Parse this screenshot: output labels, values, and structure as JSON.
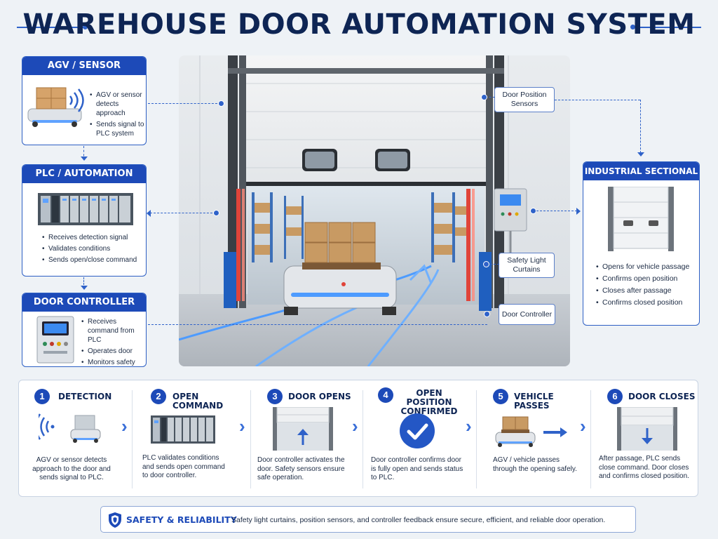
{
  "title": "WAREHOUSE DOOR AUTOMATION SYSTEM",
  "colors": {
    "accent": "#1d4ab8",
    "title": "#0e2554",
    "connector": "#2f62c9"
  },
  "cards": {
    "agv": {
      "header": "AGV / SENSOR",
      "bullets": [
        "AGV or sensor detects approach",
        "Sends signal to PLC system"
      ],
      "icon": "agv-sensor-icon"
    },
    "plc": {
      "header": "PLC / AUTOMATION SYSTEM",
      "bullets": [
        "Receives detection signal",
        "Validates conditions",
        "Sends open/close command"
      ],
      "icon": "plc-rack-icon"
    },
    "controller": {
      "header": "DOOR CONTROLLER",
      "bullets": [
        "Receives command from PLC",
        "Operates door",
        "Monitors safety devices and position"
      ],
      "icon": "control-panel-icon"
    },
    "door": {
      "header": "INDUSTRIAL SECTIONAL DOOR",
      "bullets": [
        "Opens for vehicle passage",
        "Confirms open position",
        "Closes after passage",
        "Confirms closed position"
      ],
      "icon": "sectional-door-icon"
    }
  },
  "callouts": {
    "position_sensors": "Door Position Sensors",
    "light_curtains": "Safety Light Curtains",
    "door_controller": "Door Controller"
  },
  "steps": [
    {
      "num": "1",
      "title": "DETECTION",
      "desc": "AGV or sensor detects approach to the door and sends signal to PLC.",
      "icon": "agv-detect-icon"
    },
    {
      "num": "2",
      "title": "OPEN COMMAND",
      "desc": "PLC validates conditions and sends open command to door controller.",
      "icon": "plc-icon"
    },
    {
      "num": "3",
      "title": "DOOR OPENS",
      "desc": "Door controller activates the door. Safety sensors ensure safe operation.",
      "icon": "door-up-icon"
    },
    {
      "num": "4",
      "title": "OPEN POSITION CONFIRMED",
      "desc": "Door controller confirms door is fully open and sends status to PLC.",
      "icon": "check-icon"
    },
    {
      "num": "5",
      "title": "VEHICLE PASSES",
      "desc": "AGV / vehicle passes through the opening safely.",
      "icon": "agv-pass-icon"
    },
    {
      "num": "6",
      "title": "DOOR CLOSES",
      "desc": "After passage, PLC sends close command. Door closes and confirms closed position.",
      "icon": "door-down-icon"
    }
  ],
  "safety": {
    "label": "SAFETY & RELIABILITY",
    "text": "Safety light curtains, position sensors, and controller feedback ensure secure, efficient, and reliable door operation.",
    "icon": "shield-icon"
  }
}
